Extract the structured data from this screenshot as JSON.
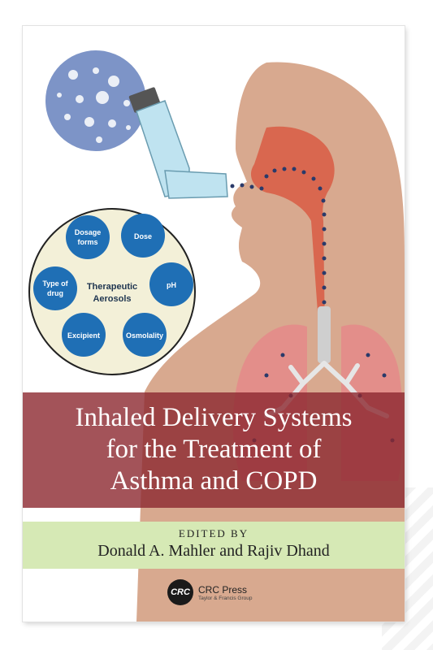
{
  "title": {
    "line1": "Inhaled Delivery Systems",
    "line2": "for the Treatment of",
    "line3": "Asthma and COPD"
  },
  "editors": {
    "label": "EDITED BY",
    "names": "Donald A. Mahler and Rajiv Dhand"
  },
  "publisher": {
    "logo_text": "CRC",
    "name": "CRC Press",
    "group": "Taylor & Francis Group"
  },
  "diagram": {
    "center_line1": "Therapeutic",
    "center_line2": "Aerosols",
    "nodes": {
      "dosage_line1": "Dosage",
      "dosage_line2": "forms",
      "dose": "Dose",
      "type_line1": "Type of",
      "type_line2": "drug",
      "ph": "pH",
      "excipient": "Excipient",
      "osmolality": "Osmolality"
    }
  },
  "colors": {
    "skin": "#d8a98f",
    "airway": "#d9674f",
    "node_blue": "#1f6fb5",
    "title_band": "#8c2830",
    "editor_band": "#d6e9b5"
  }
}
